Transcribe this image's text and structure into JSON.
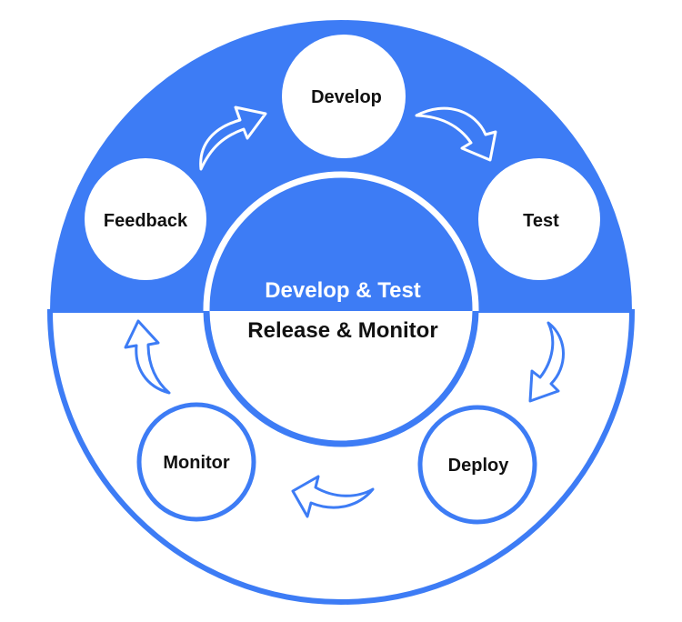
{
  "colors": {
    "accent": "#3d7cf5",
    "background": "#ffffff",
    "text_dark": "#111111",
    "text_light": "#ffffff"
  },
  "center": {
    "top_label": "Develop & Test",
    "bottom_label": "Release & Monitor"
  },
  "stages": {
    "develop": "Develop",
    "test": "Test",
    "feedback": "Feedback",
    "deploy": "Deploy",
    "monitor": "Monitor"
  }
}
